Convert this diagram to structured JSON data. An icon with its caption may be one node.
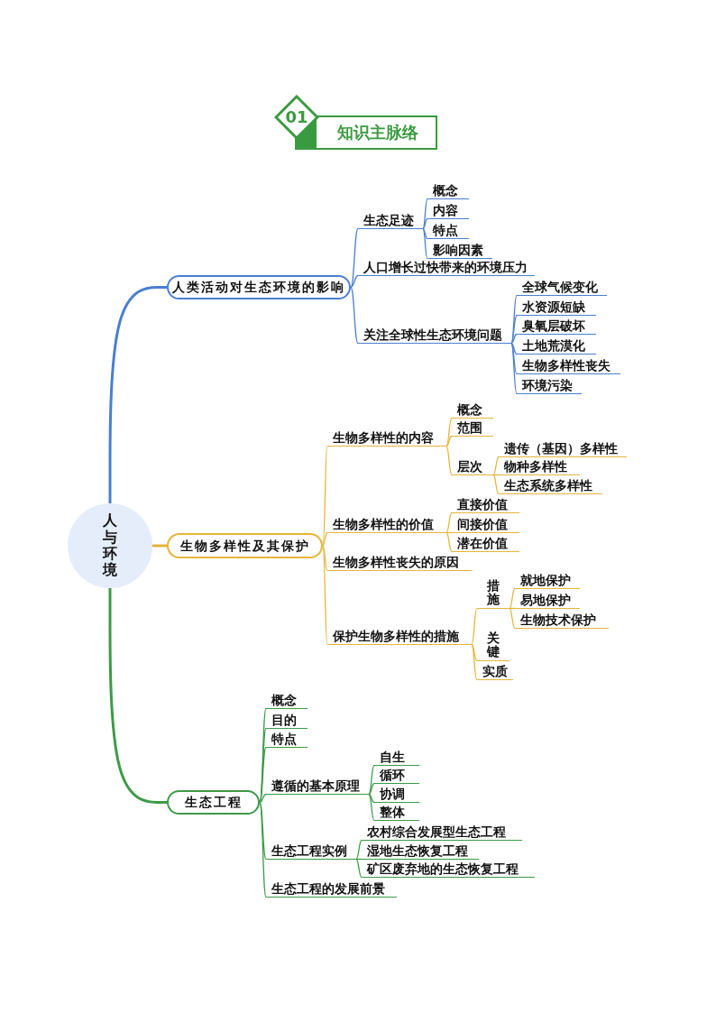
{
  "diagram": {
    "title": "知识主脉络",
    "nodes": [
      {
        "text": [
          "人与环境"
        ]
      },
      {
        "text": [
          "人类活动对生态环境的影响"
        ]
      },
      {
        "text": [
          "生态足迹"
        ]
      },
      {
        "text": [
          "概念"
        ]
      },
      {
        "text": [
          "内容"
        ]
      },
      {
        "text": [
          "特点"
        ]
      },
      {
        "text": [
          "影响因素"
        ]
      },
      {
        "text": [
          "人口增长过快带来的环境压力"
        ]
      },
      {
        "text": [
          "关注全球性生态环境问题"
        ]
      },
      {
        "text": [
          "全球气候变化"
        ]
      },
      {
        "text": [
          "水资源短缺"
        ]
      },
      {
        "text": [
          "臭氧层破坏"
        ]
      },
      {
        "text": [
          "土地荒漠化"
        ]
      },
      {
        "text": [
          "生物多样性丧失"
        ]
      },
      {
        "text": [
          "环境污染"
        ]
      },
      {
        "text": [
          "生物多样性及其保护"
        ]
      },
      {
        "text": [
          "生物多样性的内容"
        ]
      },
      {
        "text": [
          "概念"
        ]
      },
      {
        "text": [
          "范围"
        ]
      },
      {
        "text": [
          "层次"
        ]
      },
      {
        "text": [
          "**遗传（基因）**多样性"
        ]
      },
      {
        "text": [
          "**物种**多样性"
        ]
      },
      {
        "text": [
          "**生态系统**多样性"
        ]
      },
      {
        "text": [
          "生物多样性的价值"
        ]
      },
      {
        "text": [
          "**直接**价值"
        ]
      },
      {
        "text": [
          "**间接**价值"
        ]
      },
      {
        "text": [
          "**潜在**价值"
        ]
      },
      {
        "text": [
          "生物多样性丧失的原因"
        ]
      },
      {
        "text": [
          "保护生物多样性的措施"
        ]
      },
      {
        "text": [
          "措施"
        ]
      },
      {
        "text": [
          "**就地保护**"
        ]
      },
      {
        "text": [
          "**易地保护**"
        ]
      },
      {
        "text": [
          "**生物技术**保护"
        ]
      },
      {
        "text": [
          "关键"
        ]
      },
      {
        "text": [
          "实质"
        ]
      },
      {
        "text": [
          "生态工程"
        ]
      },
      {
        "text": [
          "概念"
        ]
      },
      {
        "text": [
          "目的"
        ]
      },
      {
        "text": [
          "特点"
        ]
      },
      {
        "text": [
          "遵循的基本原理"
        ]
      },
      {
        "text": [
          "自生"
        ]
      },
      {
        "text": [
          "循环"
        ]
      },
      {
        "text": [
          "协调"
        ]
      },
      {
        "text": [
          "整体"
        ]
      },
      {
        "text": [
          "生态工程实例"
        ]
      },
      {
        "text": [
          "农村综合发展型生态工程"
        ]
      },
      {
        "text": [
          "湿地生态恢复工程"
        ]
      },
      {
        "text": [
          "矿区废弃地的生态恢复工程"
        ]
      },
      {
        "text": [
          "生态工程的发展前景"
        ]
      }
    ],
    "edges": [
      {
        "from": 0,
        "to": 1,
        "arrow": "none",
        "style": "thick",
        "color": "#4a7fd0"
      },
      {
        "from": 1,
        "to": 2,
        "arrow": "none",
        "color": "#4a7fd0"
      },
      {
        "from": 2,
        "to": 3,
        "arrow": "none",
        "color": "#4a7fd0"
      },
      {
        "from": 2,
        "to": 4,
        "arrow": "none",
        "color": "#4a7fd0"
      },
      {
        "from": 2,
        "to": 5,
        "arrow": "none",
        "color": "#4a7fd0"
      },
      {
        "from": 2,
        "to": 6,
        "arrow": "none",
        "color": "#4a7fd0"
      },
      {
        "from": 1,
        "to": 7,
        "arrow": "none",
        "color": "#4a7fd0"
      },
      {
        "from": 1,
        "to": 8,
        "arrow": "none",
        "color": "#4a7fd0"
      },
      {
        "from": 8,
        "to": 9,
        "arrow": "none",
        "color": "#4a7fd0"
      },
      {
        "from": 8,
        "to": 10,
        "arrow": "none",
        "color": "#4a7fd0"
      },
      {
        "from": 8,
        "to": 11,
        "arrow": "none",
        "color": "#4a7fd0"
      },
      {
        "from": 8,
        "to": 12,
        "arrow": "none",
        "color": "#4a7fd0"
      },
      {
        "from": 8,
        "to": 13,
        "arrow": "none",
        "color": "#4a7fd0"
      },
      {
        "from": 8,
        "to": 14,
        "arrow": "none",
        "color": "#4a7fd0"
      },
      {
        "from": 0,
        "to": 15,
        "arrow": "none",
        "style": "thick"
      },
      {
        "from": 15,
        "to": 16,
        "arrow": "none"
      },
      {
        "from": 16,
        "to": 17,
        "arrow": "none"
      },
      {
        "from": 16,
        "to": 18,
        "arrow": "none"
      },
      {
        "from": 16,
        "to": 19,
        "arrow": "none"
      },
      {
        "from": 19,
        "to": 20,
        "arrow": "none"
      },
      {
        "from": 19,
        "to": 21,
        "arrow": "none"
      },
      {
        "from": 19,
        "to": 22,
        "arrow": "none"
      },
      {
        "from": 15,
        "to": 23,
        "arrow": "none"
      },
      {
        "from": 23,
        "to": 24,
        "arrow": "none"
      },
      {
        "from": 23,
        "to": 25,
        "arrow": "none"
      },
      {
        "from": 23,
        "to": 26,
        "arrow": "none"
      },
      {
        "from": 15,
        "to": 27,
        "arrow": "none"
      },
      {
        "from": 15,
        "to": 28,
        "arrow": "none"
      },
      {
        "from": 28,
        "to": 29,
        "arrow": "none"
      },
      {
        "from": 29,
        "to": 30,
        "arrow": "none"
      },
      {
        "from": 29,
        "to": 31,
        "arrow": "none"
      },
      {
        "from": 29,
        "to": 32,
        "arrow": "none"
      },
      {
        "from": 28,
        "to": 33,
        "arrow": "none"
      },
      {
        "from": 28,
        "to": 34,
        "arrow": "none"
      },
      {
        "from": 0,
        "to": 35,
        "arrow": "none",
        "style": "thick",
        "color": "#3d9a48"
      },
      {
        "from": 35,
        "to": 36,
        "arrow": "none",
        "color": "#3d9a48"
      },
      {
        "from": 35,
        "to": 37,
        "arrow": "none",
        "color": "#3d9a48"
      },
      {
        "from": 35,
        "to": 38,
        "arrow": "none",
        "color": "#3d9a48"
      },
      {
        "from": 35,
        "to": 39,
        "arrow": "none",
        "color": "#3d9a48"
      },
      {
        "from": 39,
        "to": 40,
        "arrow": "none",
        "color": "#3d9a48"
      },
      {
        "from": 39,
        "to": 41,
        "arrow": "none",
        "color": "#3d9a48"
      },
      {
        "from": 39,
        "to": 42,
        "arrow": "none",
        "color": "#3d9a48"
      },
      {
        "from": 39,
        "to": 43,
        "arrow": "none",
        "color": "#3d9a48"
      },
      {
        "from": 35,
        "to": 44,
        "arrow": "none",
        "color": "#3d9a48"
      },
      {
        "from": 44,
        "to": 45,
        "arrow": "none",
        "color": "#3d9a48"
      },
      {
        "from": 44,
        "to": 46,
        "arrow": "none",
        "color": "#3d9a48"
      },
      {
        "from": 44,
        "to": 47,
        "arrow": "none",
        "color": "#3d9a48"
      },
      {
        "from": 35,
        "to": 48,
        "arrow": "none",
        "color": "#3d9a48"
      }
    ],
    "labels": [
      "01"
    ]
  }
}
